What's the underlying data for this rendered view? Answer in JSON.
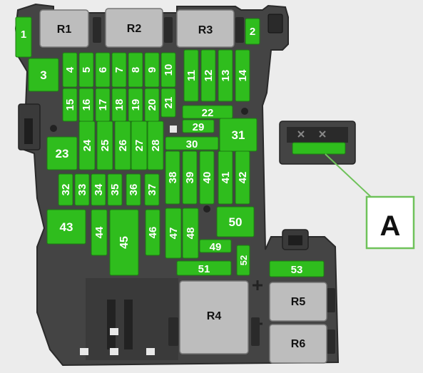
{
  "colors": {
    "background": "#ececec",
    "housing": "#444444",
    "housing_dark": "#2c2c2c",
    "fuse_green": "#2fbd1d",
    "fuse_stroke": "#1c7a12",
    "relay_gray": "#bdbdbd",
    "callout_line": "#6fc25a"
  },
  "relays": [
    "R1",
    "R2",
    "R3",
    "R4",
    "R5",
    "R6"
  ],
  "fuses": [
    "1",
    "2",
    "3",
    "4",
    "5",
    "6",
    "7",
    "8",
    "9",
    "10",
    "11",
    "12",
    "13",
    "14",
    "15",
    "16",
    "17",
    "18",
    "19",
    "20",
    "21",
    "22",
    "23",
    "24",
    "25",
    "26",
    "27",
    "28",
    "29",
    "30",
    "31",
    "32",
    "33",
    "34",
    "35",
    "36",
    "37",
    "38",
    "39",
    "40",
    "41",
    "42",
    "43",
    "44",
    "45",
    "46",
    "47",
    "48",
    "49",
    "50",
    "51",
    "52",
    "53"
  ],
  "callout": {
    "label": "A"
  }
}
